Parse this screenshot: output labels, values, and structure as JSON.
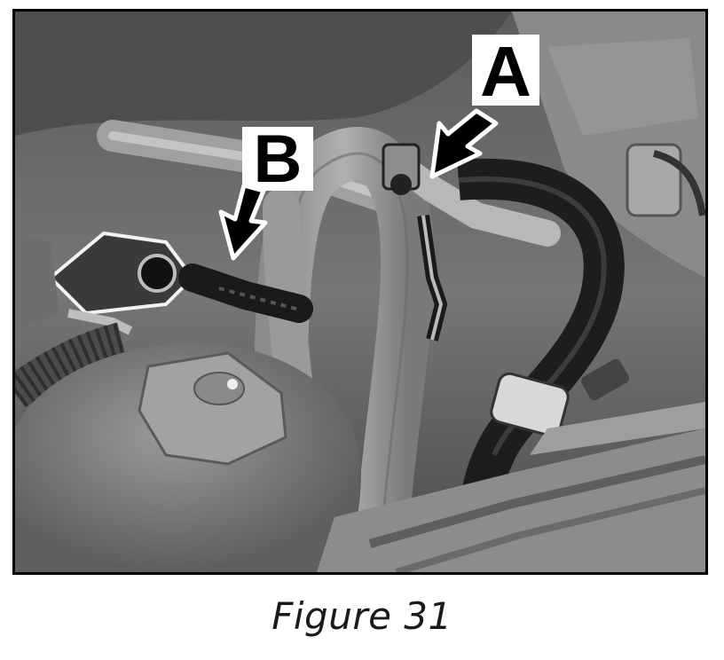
{
  "figure": {
    "caption": "Figure 31",
    "callouts": [
      {
        "id": "A",
        "label": "A"
      },
      {
        "id": "B",
        "label": "B"
      }
    ]
  },
  "colors": {
    "frame": "#000000",
    "label_box": "#ffffff",
    "arrow": "#000000"
  }
}
